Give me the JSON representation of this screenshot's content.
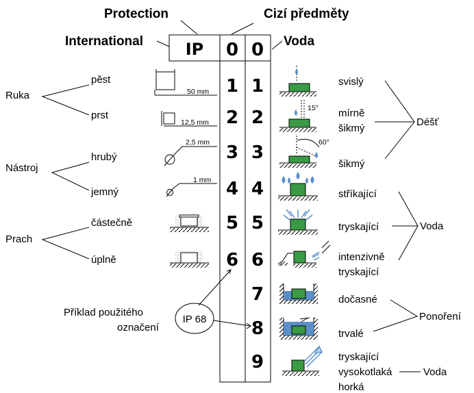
{
  "header": {
    "protection": "Protection",
    "foreign_objects": "Cizí předměty",
    "international": "International",
    "water": "Voda",
    "ip": "IP",
    "zero1": "0",
    "zero2": "0"
  },
  "left_groups": {
    "ruka": "Ruka",
    "pest": "pěst",
    "prst": "prst",
    "nastroj": "Nástroj",
    "hruby": "hrubý",
    "jemny": "jemný",
    "prach": "Prach",
    "castecne": "částečně",
    "uplne": "úplně"
  },
  "dimensions": {
    "d50": "50 mm",
    "d12": "12,5 mm",
    "d25": "2,5 mm",
    "d1": "1 mm"
  },
  "digits_left": [
    "1",
    "2",
    "3",
    "4",
    "5",
    "6"
  ],
  "digits_right": [
    "1",
    "2",
    "3",
    "4",
    "5",
    "6",
    "7",
    "8",
    "9"
  ],
  "angles": {
    "a15": "15°",
    "a60": "60°"
  },
  "right_labels": {
    "svisly": "svislý",
    "mirne": "mírně",
    "sikmy1": "šikmý",
    "sikmy2": "šikmý",
    "dest": "Déšť",
    "strikajici": "stříkající",
    "tryskajici": "tryskající",
    "intenzivne": "intenzivně",
    "tryskajici2": "tryskající",
    "voda1": "Voda",
    "docasne": "dočasné",
    "trvale": "trvalé",
    "ponoreni": "Ponoření",
    "tryskajici3": "tryskající",
    "vysokotlaka": "vysokotlaká",
    "horka": "horká",
    "voda2": "Voda"
  },
  "example": {
    "line1": "Příklad použitého",
    "line2": "označení",
    "badge": "IP 68"
  },
  "colors": {
    "green": "#3a9a45",
    "water_blue": "#5b8fc8",
    "dust": "#aaaaaa"
  }
}
